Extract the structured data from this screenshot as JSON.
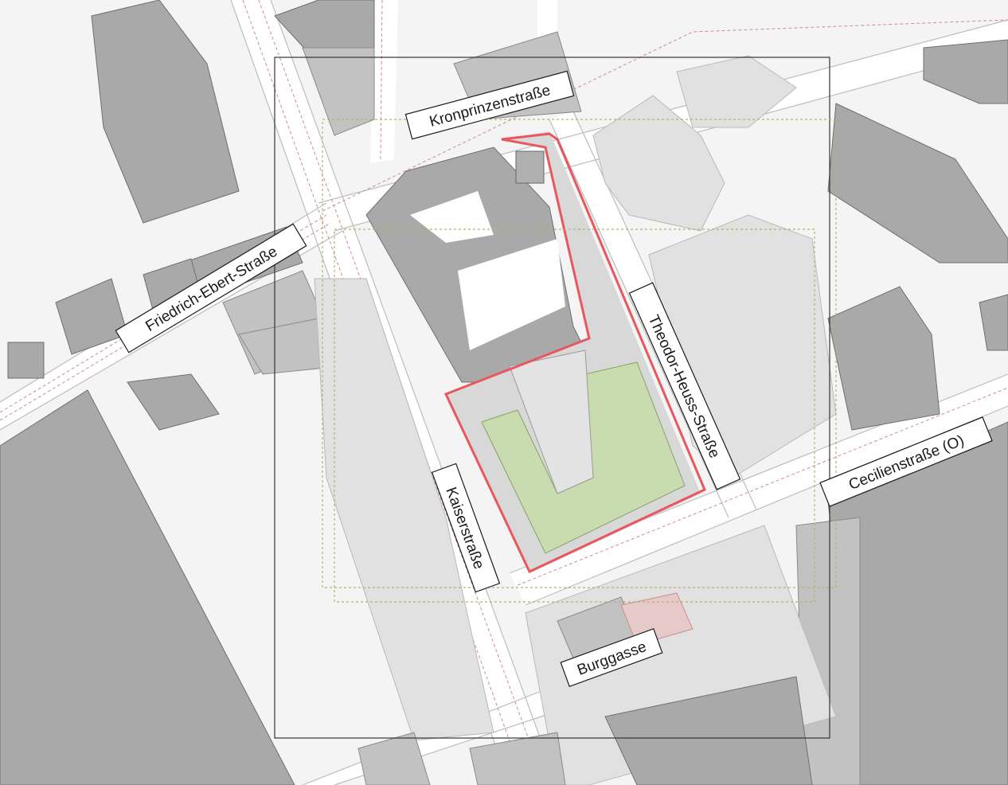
{
  "map": {
    "streets": [
      {
        "key": "kronprinzen",
        "name": "Kronprinzenstraße"
      },
      {
        "key": "friedrich",
        "name": "Friedrich-Ebert-Straße"
      },
      {
        "key": "theodor",
        "name": "Theodor-Heuss-Straße"
      },
      {
        "key": "kaiser",
        "name": "Kaiserstraße"
      },
      {
        "key": "cecilien",
        "name": "Cecilienstraße (O)"
      },
      {
        "key": "burg",
        "name": "Burggasse"
      }
    ],
    "colors": {
      "site_boundary": "#e8575e",
      "green_roof": "#c9dcb0",
      "study_area_dotted": "#b8b06a",
      "frame": "#333333"
    }
  }
}
